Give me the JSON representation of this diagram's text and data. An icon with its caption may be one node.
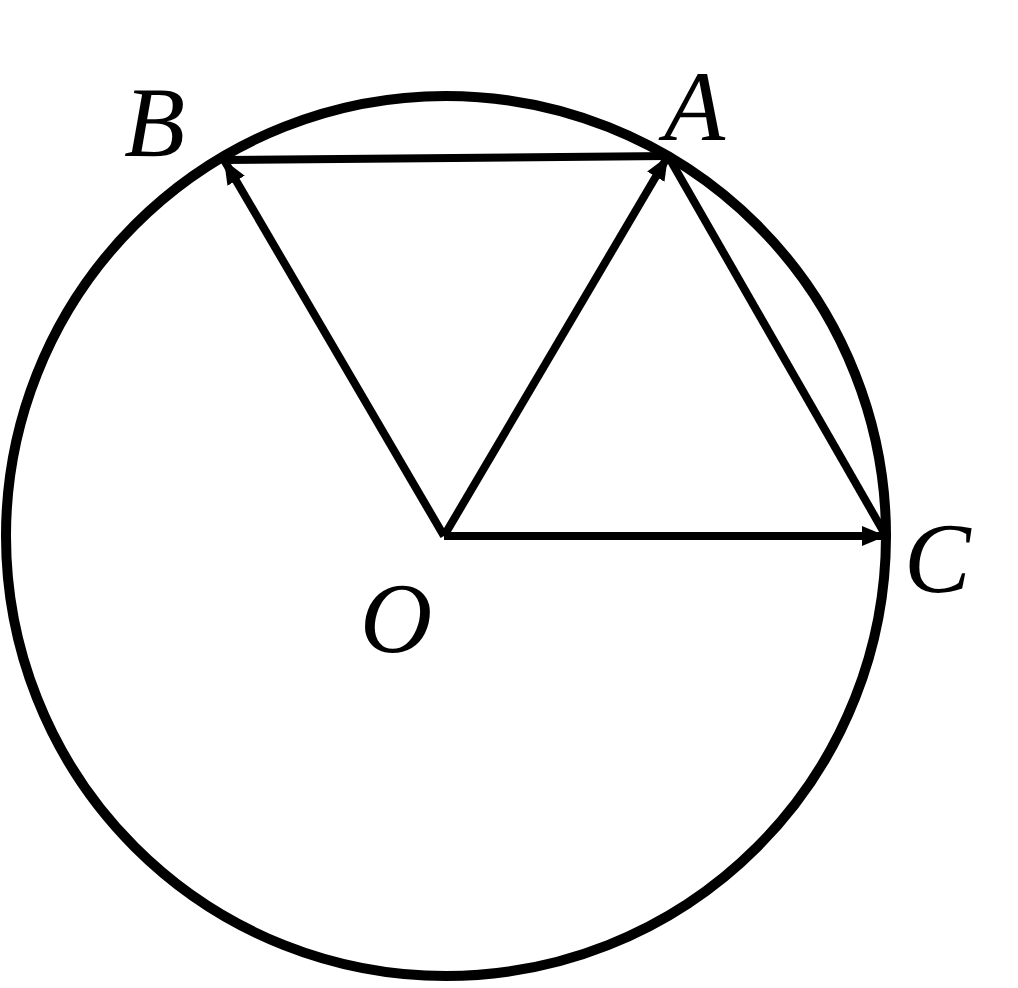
{
  "diagram": {
    "nodes": [
      {
        "text": [
          "B"
        ]
      },
      {
        "text": [
          "A"
        ]
      },
      {
        "text": [
          "O"
        ]
      },
      {
        "text": [
          "C"
        ]
      }
    ],
    "edges": [
      {
        "from": 2,
        "to": 0,
        "arrow": "to"
      },
      {
        "from": 2,
        "to": 1,
        "arrow": "to"
      },
      {
        "from": 2,
        "to": 3,
        "arrow": "to"
      },
      {
        "from": 0,
        "to": 1,
        "arrow": "none"
      },
      {
        "from": 1,
        "to": 3,
        "arrow": "none"
      }
    ]
  }
}
